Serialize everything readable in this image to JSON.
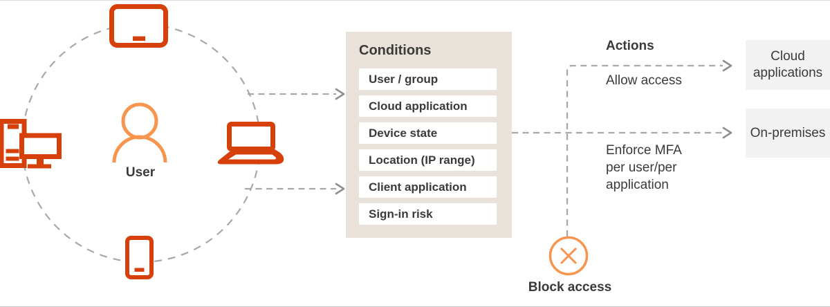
{
  "user_hub": {
    "label": "User",
    "device_icons": [
      "tablet-icon",
      "desktop-icon",
      "laptop-icon",
      "phone-icon"
    ]
  },
  "conditions": {
    "title": "Conditions",
    "items": [
      "User / group",
      "Cloud application",
      "Device state",
      "Location (IP range)",
      "Client application",
      "Sign-in risk"
    ]
  },
  "actions": {
    "title": "Actions",
    "allow_label": "Allow access",
    "enforce_label": "Enforce MFA\nper user/per\napplication",
    "block_label": "Block access"
  },
  "destinations": {
    "cloud_applications": "Cloud\napplications",
    "on_premises": "On-premises"
  },
  "colors": {
    "device_orange": "#D6400A",
    "accent_orange": "#F7944D",
    "panel_beige": "#E8E2DB",
    "box_gray": "#F2F2F2",
    "line_gray": "#A8A8A8",
    "text_dark": "#3A3A38"
  }
}
